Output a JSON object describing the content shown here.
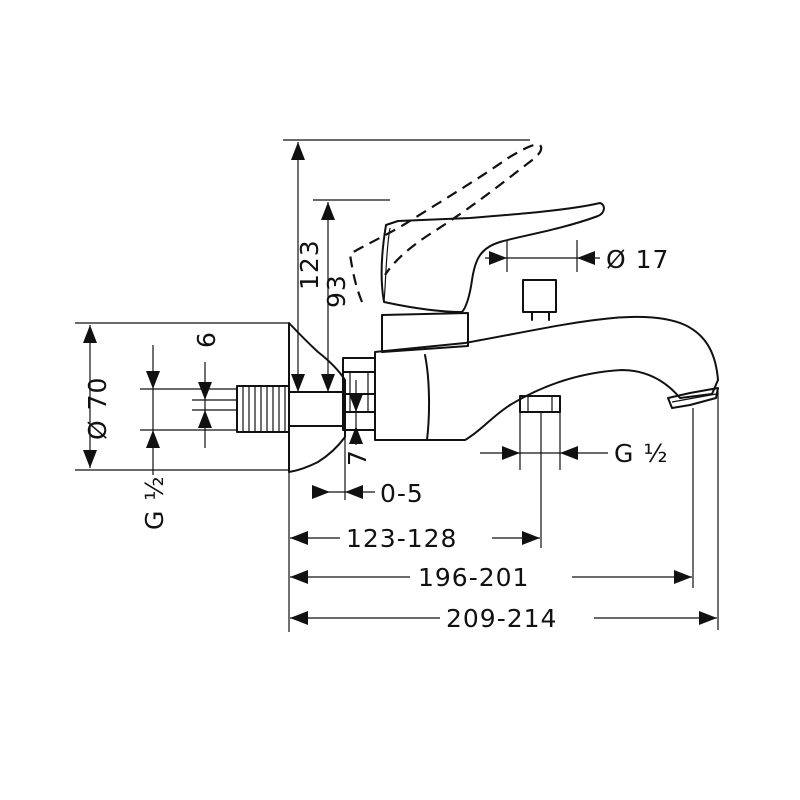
{
  "dimensions": {
    "lever_max_height": "123",
    "lever_height": "93",
    "diverter_diameter": "Ø 17",
    "flange_diameter": "Ø 70",
    "thread_depth": "6",
    "nut_thickness": "7",
    "wall_offset": "0-5",
    "inlet_thread": "G ½",
    "outlet_thread": "G ½",
    "axis_to_outlet": "123-128",
    "spout_length": "196-201",
    "overall_length": "209-214"
  }
}
